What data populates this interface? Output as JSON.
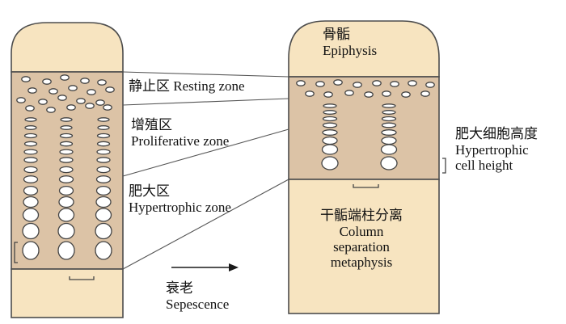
{
  "labels": {
    "resting": {
      "cn": "静止区",
      "en": "Resting zone"
    },
    "proliferative": {
      "cn": "增殖区",
      "en": "Proliferative zone"
    },
    "hypertrophic": {
      "cn": "肥大区",
      "en": "Hypertrophic zone"
    },
    "epiphysis": {
      "cn": "骨骺",
      "en": "Epiphysis"
    },
    "cell_height": {
      "cn": "肥大细胞高度",
      "en_line1": "Hypertrophic",
      "en_line2": "cell height"
    },
    "column_separation": {
      "cn": "干骺端柱分离",
      "en_line1": "Column",
      "en_line2": "separation",
      "en_line3": "metaphysis"
    },
    "senescence": {
      "cn": "衰老",
      "en": "Sepescence"
    }
  },
  "colors": {
    "zone_fill": "#dcc3a6",
    "cap_fill": "#f7e4c0",
    "outline": "#4d4d4d",
    "cell_stroke": "#444444",
    "cell_fill": "#ffffff",
    "arrow": "#1a1a1a"
  }
}
